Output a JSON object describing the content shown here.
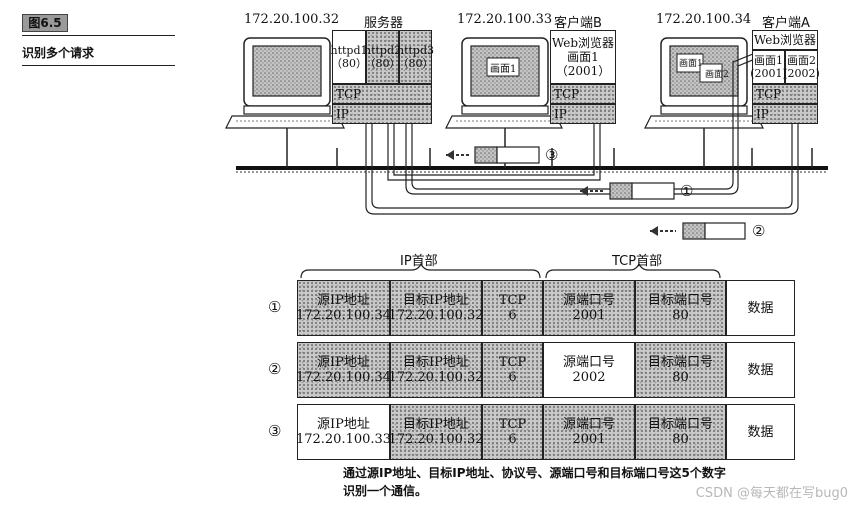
{
  "figure": {
    "tag": "图6.5",
    "caption": "识别多个请求"
  },
  "hosts": {
    "server": {
      "ip": "172.20.100.32",
      "name": "服务器",
      "processes": [
        {
          "name": "httpd1",
          "port": "（80）"
        },
        {
          "name": "httpd2",
          "port": "（80）"
        },
        {
          "name": "httpd3",
          "port": "（80）"
        }
      ],
      "layers": [
        "TCP",
        "IP"
      ]
    },
    "client_b": {
      "ip": "172.20.100.33",
      "name": "客户端B",
      "screen_label": "画面1",
      "app": [
        "Web浏览器",
        "画面1",
        "（2001）"
      ],
      "layers": [
        "TCP",
        "IP"
      ]
    },
    "client_a": {
      "ip": "172.20.100.34",
      "name": "客户端A",
      "screen_labels": [
        "画面1",
        "画面2"
      ],
      "app_title": "Web浏览器",
      "app_windows": [
        {
          "name": "画面1",
          "port": "(2001)"
        },
        {
          "name": "画面2",
          "port": "(2002)"
        }
      ],
      "layers": [
        "TCP",
        "IP"
      ]
    }
  },
  "packet_markers": [
    "③",
    "①",
    "②"
  ],
  "header_labels": {
    "ip": "IP首部",
    "tcp": "TCP首部"
  },
  "rows": [
    {
      "marker": "①",
      "cells": [
        {
          "title": "源IP地址",
          "value": "172.20.100.34",
          "shade": "dots"
        },
        {
          "title": "目标IP地址",
          "value": "172.20.100.32",
          "shade": "dots"
        },
        {
          "title": "TCP",
          "value": "6",
          "shade": "dots"
        },
        {
          "title": "源端口号",
          "value": "2001",
          "shade": "dots"
        },
        {
          "title": "目标端口号",
          "value": "80",
          "shade": "dots"
        },
        {
          "title": "数据",
          "value": "",
          "shade": "light"
        }
      ]
    },
    {
      "marker": "②",
      "cells": [
        {
          "title": "源IP地址",
          "value": "172.20.100.34",
          "shade": "dots"
        },
        {
          "title": "目标IP地址",
          "value": "172.20.100.32",
          "shade": "dots"
        },
        {
          "title": "TCP",
          "value": "6",
          "shade": "dots"
        },
        {
          "title": "源端口号",
          "value": "2002",
          "shade": "light"
        },
        {
          "title": "目标端口号",
          "value": "80",
          "shade": "dots"
        },
        {
          "title": "数据",
          "value": "",
          "shade": "light"
        }
      ]
    },
    {
      "marker": "③",
      "cells": [
        {
          "title": "源IP地址",
          "value": "172.20.100.33",
          "shade": "light"
        },
        {
          "title": "目标IP地址",
          "value": "172.20.100.32",
          "shade": "dots"
        },
        {
          "title": "TCP",
          "value": "6",
          "shade": "dots"
        },
        {
          "title": "源端口号",
          "value": "2001",
          "shade": "dots"
        },
        {
          "title": "目标端口号",
          "value": "80",
          "shade": "dots"
        },
        {
          "title": "数据",
          "value": "",
          "shade": "light"
        }
      ]
    }
  ],
  "note": [
    "通过源IP地址、目标IP地址、协议号、源端口号和目标端口号这5个数字",
    "识别一个通信。"
  ],
  "watermark": "CSDN @每天都在写bug0"
}
